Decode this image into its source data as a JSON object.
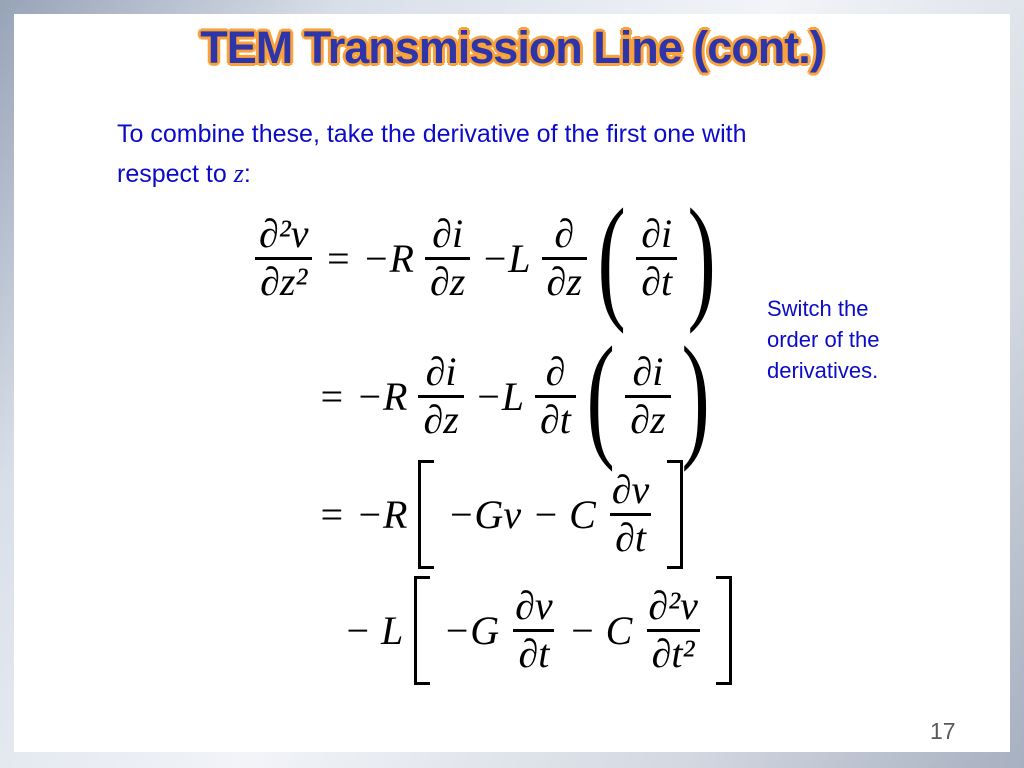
{
  "colors": {
    "title-blue": "#2d35a8",
    "title-outline": "#f9a23c",
    "body-blue": "#0b0bc8",
    "math-black": "#000000",
    "page-gray": "#595959",
    "frame-edge": "#97a3b7"
  },
  "slide": {
    "title": "TEM Transmission Line (cont.)",
    "page_number": "17"
  },
  "intro": {
    "line1": "To combine these, take the derivative of the first one with",
    "line2_prefix": "respect to ",
    "variable": "z",
    "line2_suffix": ":"
  },
  "note": {
    "line1": "Switch the",
    "line2": "order of the",
    "line3": "derivatives."
  },
  "eq": {
    "line1": {
      "lhs_num": "∂²v",
      "lhs_den": "∂z²",
      "equals": "=",
      "term1": "−R",
      "f1_num": "∂i",
      "f1_den": "∂z",
      "term2": "−L",
      "f2_num": "∂",
      "f2_den": "∂z",
      "paren_open": "(",
      "f3_num": "∂i",
      "f3_den": "∂t",
      "paren_close": ")"
    },
    "line2": {
      "equals": "=",
      "term1": "−R",
      "f1_num": "∂i",
      "f1_den": "∂z",
      "term2": "−L",
      "f2_num": "∂",
      "f2_den": "∂t",
      "paren_open": "(",
      "f3_num": "∂i",
      "f3_den": "∂z",
      "paren_close": ")"
    },
    "line3": {
      "equals": "=",
      "term1": "−R",
      "term2": "−Gv",
      "term3": "− C",
      "f1_num": "∂v",
      "f1_den": "∂t"
    },
    "line4": {
      "term1": "− L",
      "term2": "−G",
      "f1_num": "∂v",
      "f1_den": "∂t",
      "term3": "− C",
      "f2_num": "∂²v",
      "f2_den": "∂t²"
    }
  }
}
